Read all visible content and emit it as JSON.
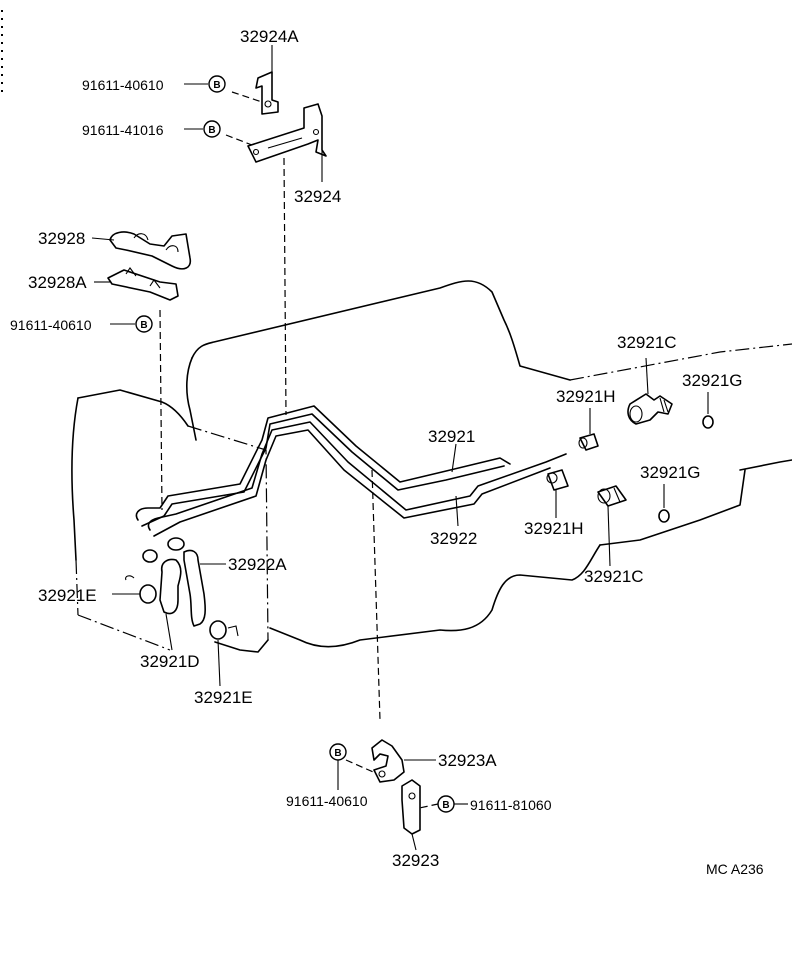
{
  "labels": {
    "p32924A": "32924A",
    "b1_num": "91611-40610",
    "b2_num": "91611-41016",
    "p32924": "32924",
    "p32928": "32928",
    "p32928A": "32928A",
    "b3_num": "91611-40610",
    "p32921_top": "32921",
    "p32922": "32922",
    "p32921C_a": "32921C",
    "p32921G_a": "32921G",
    "p32921H_a": "32921H",
    "p32921G_b": "32921G",
    "p32921H_b": "32921H",
    "p32921C_b": "32921C",
    "p32922A": "32922A",
    "p32921E_a": "32921E",
    "p32921D": "32921D",
    "p32921E_b": "32921E",
    "p32923A": "32923A",
    "b4_num": "91611-40610",
    "b5_num": "91611-81060",
    "p32923": "32923",
    "corner_code": "MC  A236"
  },
  "bolt_symbol": "B",
  "icons": {
    "bolt": "circled-b-icon"
  }
}
